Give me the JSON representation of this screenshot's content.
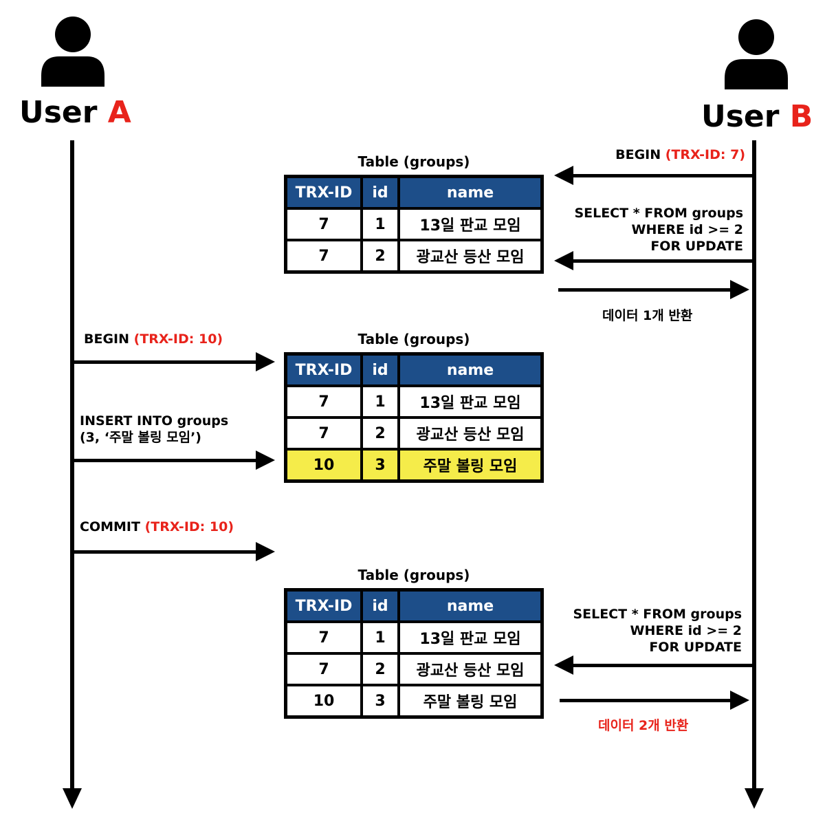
{
  "users": {
    "a": {
      "name": "User",
      "letter": "A"
    },
    "b": {
      "name": "User",
      "letter": "B"
    }
  },
  "colors": {
    "accent_red": "#e8231b",
    "header_blue": "#1d4e89",
    "highlight_yellow": "#f5ec4a",
    "ink": "#000000"
  },
  "icons": {
    "user_a": "person-icon",
    "user_b": "person-icon"
  },
  "messages": {
    "b_begin": {
      "text": "BEGIN ",
      "trx": "(TRX-ID: 7)"
    },
    "b_select1": {
      "line1": "SELECT * FROM groups",
      "line2": "WHERE id >= 2",
      "line3": "FOR UPDATE"
    },
    "b_result1": "데이터 1개 반환",
    "a_begin": {
      "text": "BEGIN ",
      "trx": "(TRX-ID: 10)"
    },
    "a_insert": {
      "line1": "INSERT INTO groups",
      "line2": "(3, ‘주말 볼링 모임’)"
    },
    "a_commit": {
      "text": "COMMIT ",
      "trx": "(TRX-ID: 10)"
    },
    "b_select2": {
      "line1": "SELECT * FROM groups",
      "line2": "WHERE id >= 2",
      "line3": "FOR UPDATE"
    },
    "b_result2": "데이터 2개 반환"
  },
  "tables": [
    {
      "caption": "Table (groups)",
      "headers": [
        "TRX-ID",
        "id",
        "name"
      ],
      "rows": [
        {
          "trx": "7",
          "id": "1",
          "name": "13일 판교 모임",
          "highlight": false
        },
        {
          "trx": "7",
          "id": "2",
          "name": "광교산 등산 모임",
          "highlight": false
        }
      ]
    },
    {
      "caption": "Table (groups)",
      "headers": [
        "TRX-ID",
        "id",
        "name"
      ],
      "rows": [
        {
          "trx": "7",
          "id": "1",
          "name": "13일 판교 모임",
          "highlight": false
        },
        {
          "trx": "7",
          "id": "2",
          "name": "광교산 등산 모임",
          "highlight": false
        },
        {
          "trx": "10",
          "id": "3",
          "name": "주말 볼링 모임",
          "highlight": true
        }
      ]
    },
    {
      "caption": "Table (groups)",
      "headers": [
        "TRX-ID",
        "id",
        "name"
      ],
      "rows": [
        {
          "trx": "7",
          "id": "1",
          "name": "13일 판교 모임",
          "highlight": false
        },
        {
          "trx": "7",
          "id": "2",
          "name": "광교산 등산 모임",
          "highlight": false
        },
        {
          "trx": "10",
          "id": "3",
          "name": "주말 볼링 모임",
          "highlight": false
        }
      ]
    }
  ]
}
